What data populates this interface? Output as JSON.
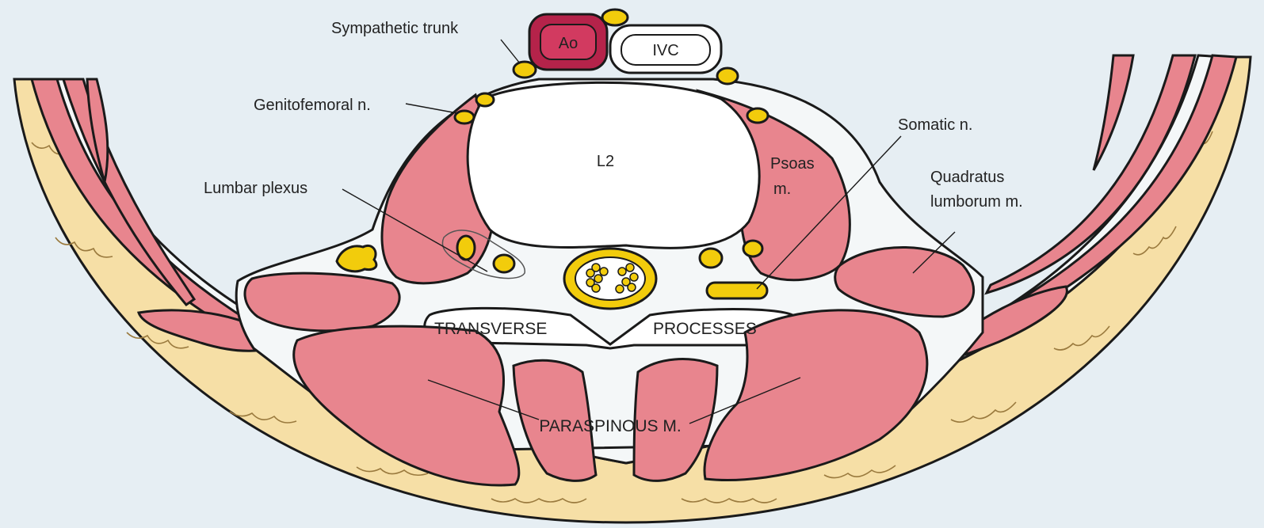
{
  "labels": {
    "ao": "Ao",
    "ivc": "IVC",
    "sympathetic_trunk": "Sympathetic trunk",
    "genitofemoral": "Genitofemoral n.",
    "lumbar_plexus": "Lumbar plexus",
    "l2": "L2",
    "psoas_line1": "Psoas",
    "psoas_line2": "m.",
    "somatic": "Somatic n.",
    "quadratus_line1": "Quadratus",
    "quadratus_line2": "lumborum m.",
    "transverse": "TRANSVERSE",
    "processes": "PROCESSES",
    "paraspinous": "PARASPINOUS M."
  },
  "colors": {
    "background": "#e6eef3",
    "muscle": "#e8858e",
    "aorta": "#b5234a",
    "nerve": "#f2cc0c",
    "fat": "#f6dfa6"
  }
}
